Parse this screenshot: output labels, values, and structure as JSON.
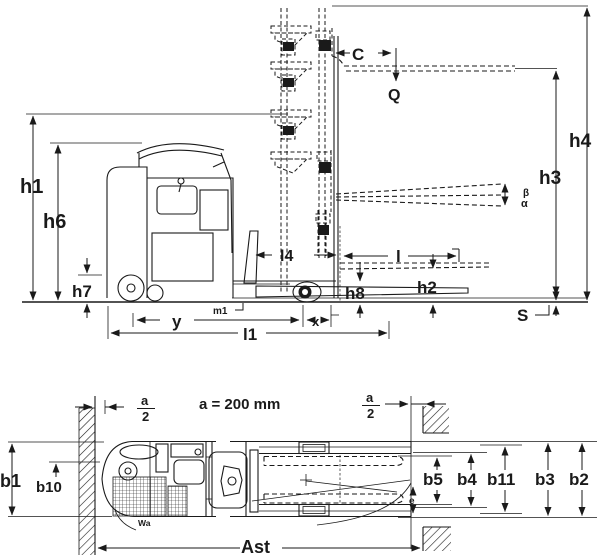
{
  "diagram_title": "forklift-reach-truck-dimension-diagram",
  "colors": {
    "line": "#1a1a1a",
    "background": "#ffffff"
  },
  "side": {
    "h1": "h1",
    "h6": "h6",
    "h7": "h7",
    "h2": "h2",
    "h8": "h8",
    "h3": "h3",
    "h4": "h4",
    "c": "C",
    "q": "Q",
    "beta": "β",
    "alpha": "α",
    "l4": "l4",
    "l": "l",
    "s": "S",
    "y": "y",
    "m1": "m1",
    "x": "x",
    "l1": "l1"
  },
  "top": {
    "a_num": "a",
    "a_den": "2",
    "a_note": "a = 200 mm",
    "b1": "b1",
    "b10": "b10",
    "b5": "b5",
    "b4": "b4",
    "b11": "b11",
    "b3": "b3",
    "b2": "b2",
    "e": "e",
    "wa": "Wa",
    "ast": "Ast"
  }
}
